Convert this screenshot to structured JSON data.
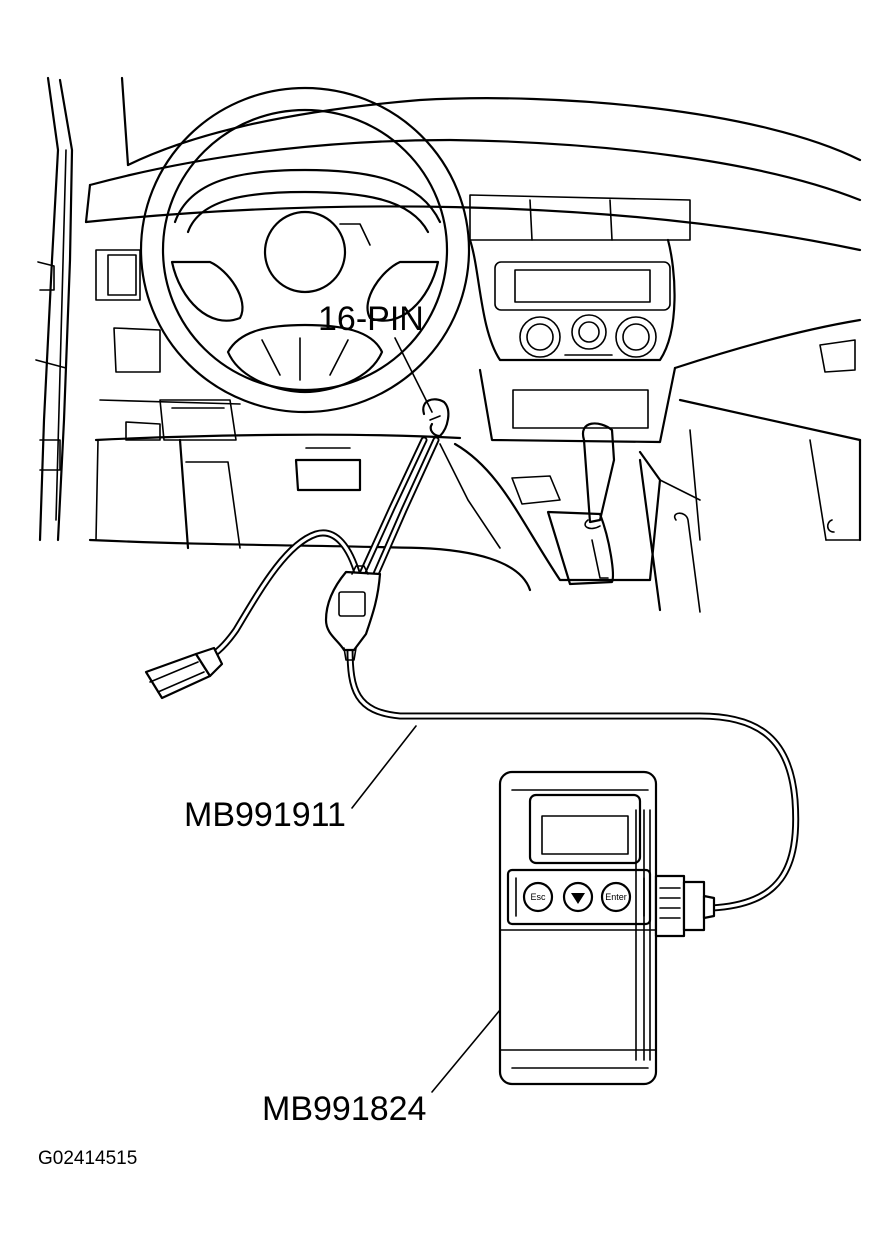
{
  "labels": {
    "connector": "16-PIN",
    "cable": "MB991911",
    "tool": "MB991824",
    "figure_id": "G02414515"
  },
  "buttons": {
    "esc": "Esc",
    "enter": "Enter"
  }
}
